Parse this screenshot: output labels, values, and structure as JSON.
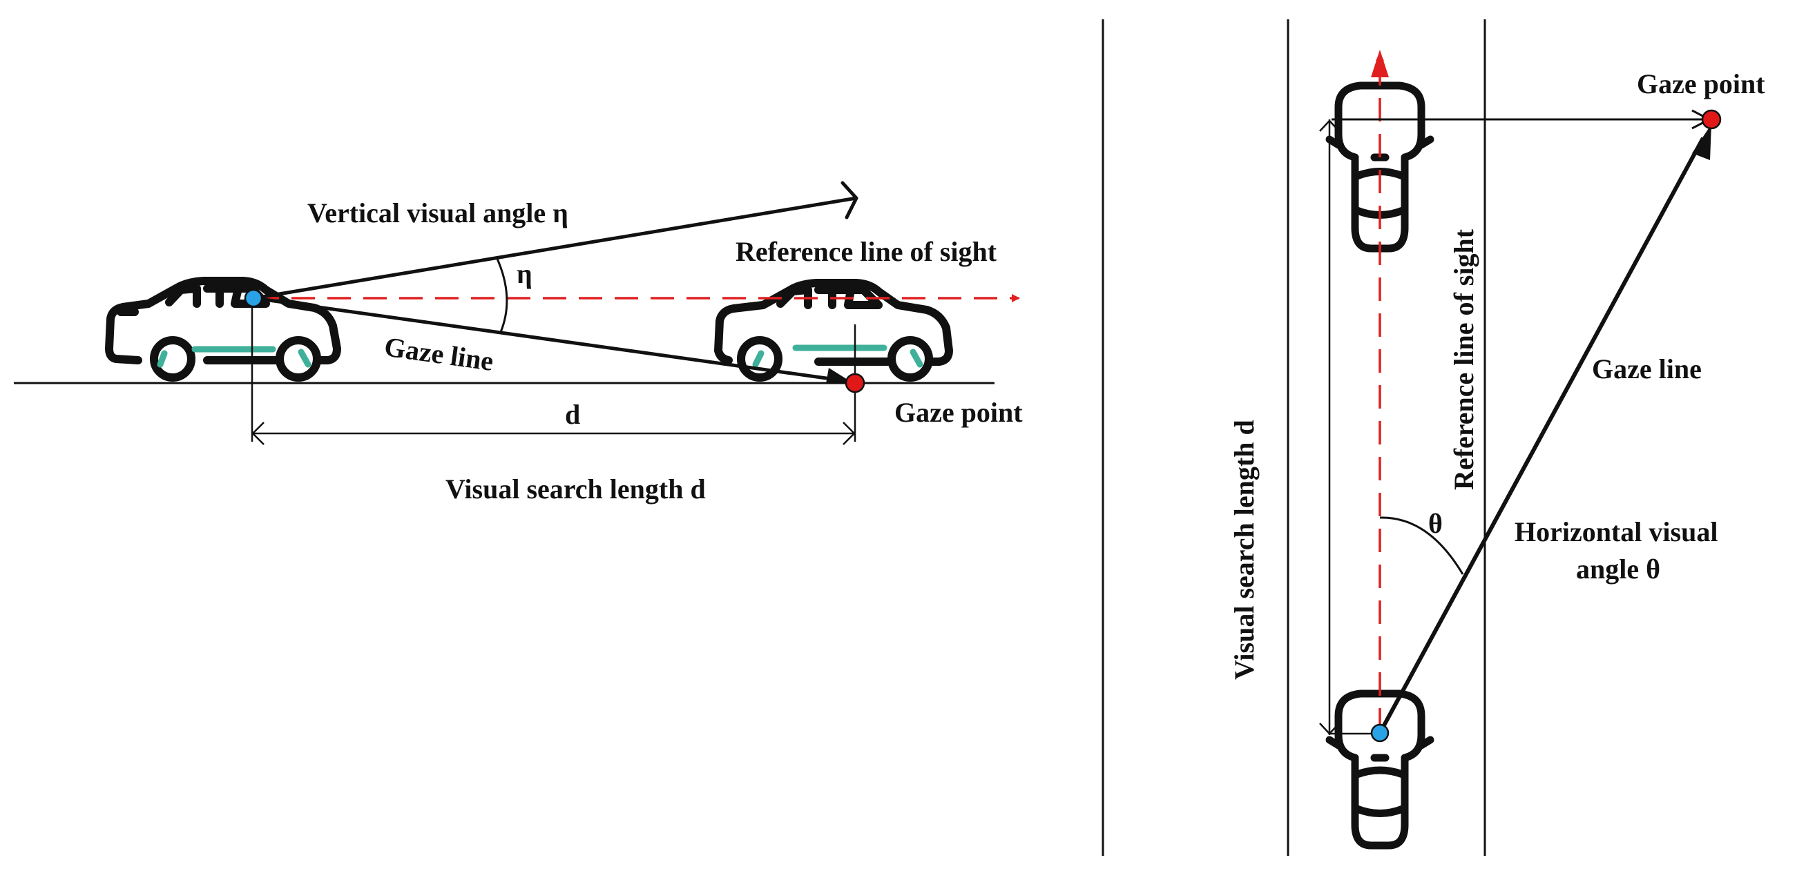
{
  "side_view": {
    "vertical_angle_label": "Vertical visual angle  η",
    "eta_symbol": "η",
    "reference_label": "Reference line of sight",
    "gaze_line_label": "Gaze line",
    "gaze_point_label": "Gaze point",
    "d_symbol": "d",
    "search_length_label": "Visual search length d"
  },
  "top_view": {
    "gaze_point_label": "Gaze point",
    "reference_label": "Reference line of sight",
    "gaze_line_label": "Gaze line",
    "search_length_label": "Visual search length d",
    "theta_symbol": "θ",
    "horizontal_angle_line1": "Horizontal visual",
    "horizontal_angle_line2": "angle θ"
  },
  "colors": {
    "reference_line": "#e02020",
    "eye_point": "#29a3e6",
    "gaze_point": "#e01818",
    "car_accent": "#3fb09a",
    "line": "#111111"
  }
}
